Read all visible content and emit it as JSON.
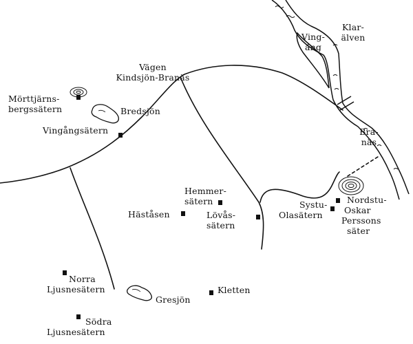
{
  "places": {
    "vagen": [
      "Vägen",
      "Kindsjön-Branäs"
    ],
    "morttjarn": [
      "Mörttjärns-",
      "bergssätern"
    ],
    "bredsjon": [
      "Bredsjön"
    ],
    "vingangssatern": [
      "Vingångsätern"
    ],
    "klaralven": [
      "Klar-",
      "älven"
    ],
    "vingang": [
      "Ving-",
      "äng"
    ],
    "branas": [
      "Bra-",
      "näs"
    ],
    "hemmer": [
      "Hemmer-",
      "sätern"
    ],
    "hastasen": [
      "Häståsen"
    ],
    "lovas": [
      "Lövås-",
      "sätern"
    ],
    "systu": [
      "Systu-",
      "Olasätern"
    ],
    "nordstu": [
      "Nordstu-",
      "Oskar",
      "Perssons",
      "säter"
    ],
    "norra": [
      "Norra",
      "Ljusnesätern"
    ],
    "gresjon": [
      "Gresjön"
    ],
    "kletten": [
      "Kletten"
    ],
    "sodra": [
      "Södra",
      "Ljusnesätern"
    ]
  }
}
